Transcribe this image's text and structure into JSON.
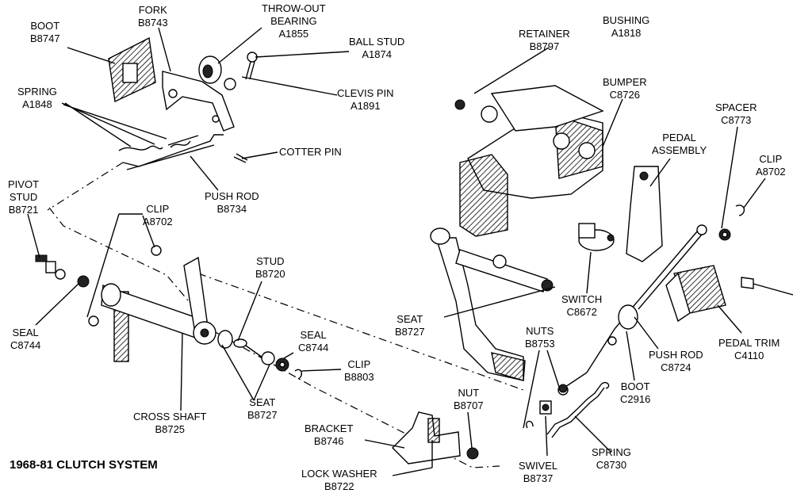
{
  "title": "1968-81 CLUTCH SYSTEM",
  "parts": [
    {
      "id": "boot-b8747",
      "lines": [
        "BOOT",
        "B8747"
      ]
    },
    {
      "id": "fork-b8743",
      "lines": [
        "FORK",
        "B8743"
      ]
    },
    {
      "id": "throwout-a1855",
      "lines": [
        "THROW-OUT",
        "BEARING",
        "A1855"
      ]
    },
    {
      "id": "ballstud-a1874",
      "lines": [
        "BALL STUD",
        "A1874"
      ]
    },
    {
      "id": "clevis-a1891",
      "lines": [
        "CLEVIS PIN",
        "A1891"
      ]
    },
    {
      "id": "spring-a1848",
      "lines": [
        "SPRING",
        "A1848"
      ]
    },
    {
      "id": "cotterpin",
      "lines": [
        "COTTER PIN"
      ]
    },
    {
      "id": "pushrod-b8734",
      "lines": [
        "PUSH ROD",
        "B8734"
      ]
    },
    {
      "id": "pivotstud-b8721",
      "lines": [
        "PIVOT",
        "STUD",
        "B8721"
      ]
    },
    {
      "id": "clip-a8702-left",
      "lines": [
        "CLIP",
        "A8702"
      ]
    },
    {
      "id": "stud-b8720",
      "lines": [
        "STUD",
        "B8720"
      ]
    },
    {
      "id": "seal-c8744-left",
      "lines": [
        "SEAL",
        "C8744"
      ]
    },
    {
      "id": "seal-c8744-mid",
      "lines": [
        "SEAL",
        "C8744"
      ]
    },
    {
      "id": "clip-b8803",
      "lines": [
        "CLIP",
        "B8803"
      ]
    },
    {
      "id": "seat-b8727-left",
      "lines": [
        "SEAT",
        "B8727"
      ]
    },
    {
      "id": "crossshaft-b8725",
      "lines": [
        "CROSS SHAFT",
        "B8725"
      ]
    },
    {
      "id": "nut-b8707",
      "lines": [
        "NUT",
        "B8707"
      ]
    },
    {
      "id": "bracket-b8746",
      "lines": [
        "BRACKET",
        "B8746"
      ]
    },
    {
      "id": "lockwasher-b8722",
      "lines": [
        "LOCK WASHER",
        "B8722"
      ]
    },
    {
      "id": "retainer-b8797",
      "lines": [
        "RETAINER",
        "B8797"
      ]
    },
    {
      "id": "bushing-a1818",
      "lines": [
        "BUSHING",
        "A1818"
      ]
    },
    {
      "id": "bumper-c8726",
      "lines": [
        "BUMPER",
        "C8726"
      ]
    },
    {
      "id": "spacer-c8773",
      "lines": [
        "SPACER",
        "C8773"
      ]
    },
    {
      "id": "pedalassembly",
      "lines": [
        "PEDAL",
        "ASSEMBLY"
      ]
    },
    {
      "id": "clip-a8702-right",
      "lines": [
        "CLIP",
        "A8702"
      ]
    },
    {
      "id": "seat-b8727-right",
      "lines": [
        "SEAT",
        "B8727"
      ]
    },
    {
      "id": "switch-c8672",
      "lines": [
        "SWITCH",
        "C8672"
      ]
    },
    {
      "id": "nuts-b8753",
      "lines": [
        "NUTS",
        "B8753"
      ]
    },
    {
      "id": "pushrod-c8724",
      "lines": [
        "PUSH ROD",
        "C8724"
      ]
    },
    {
      "id": "pedaltrim-c4110",
      "lines": [
        "PEDAL TRIM",
        "C4110"
      ]
    },
    {
      "id": "boot-c2916",
      "lines": [
        "BOOT",
        "C2916"
      ]
    },
    {
      "id": "spring-c8730",
      "lines": [
        "SPRING",
        "C8730"
      ]
    },
    {
      "id": "swivel-b8737",
      "lines": [
        "SWIVEL",
        "B8737"
      ]
    }
  ]
}
